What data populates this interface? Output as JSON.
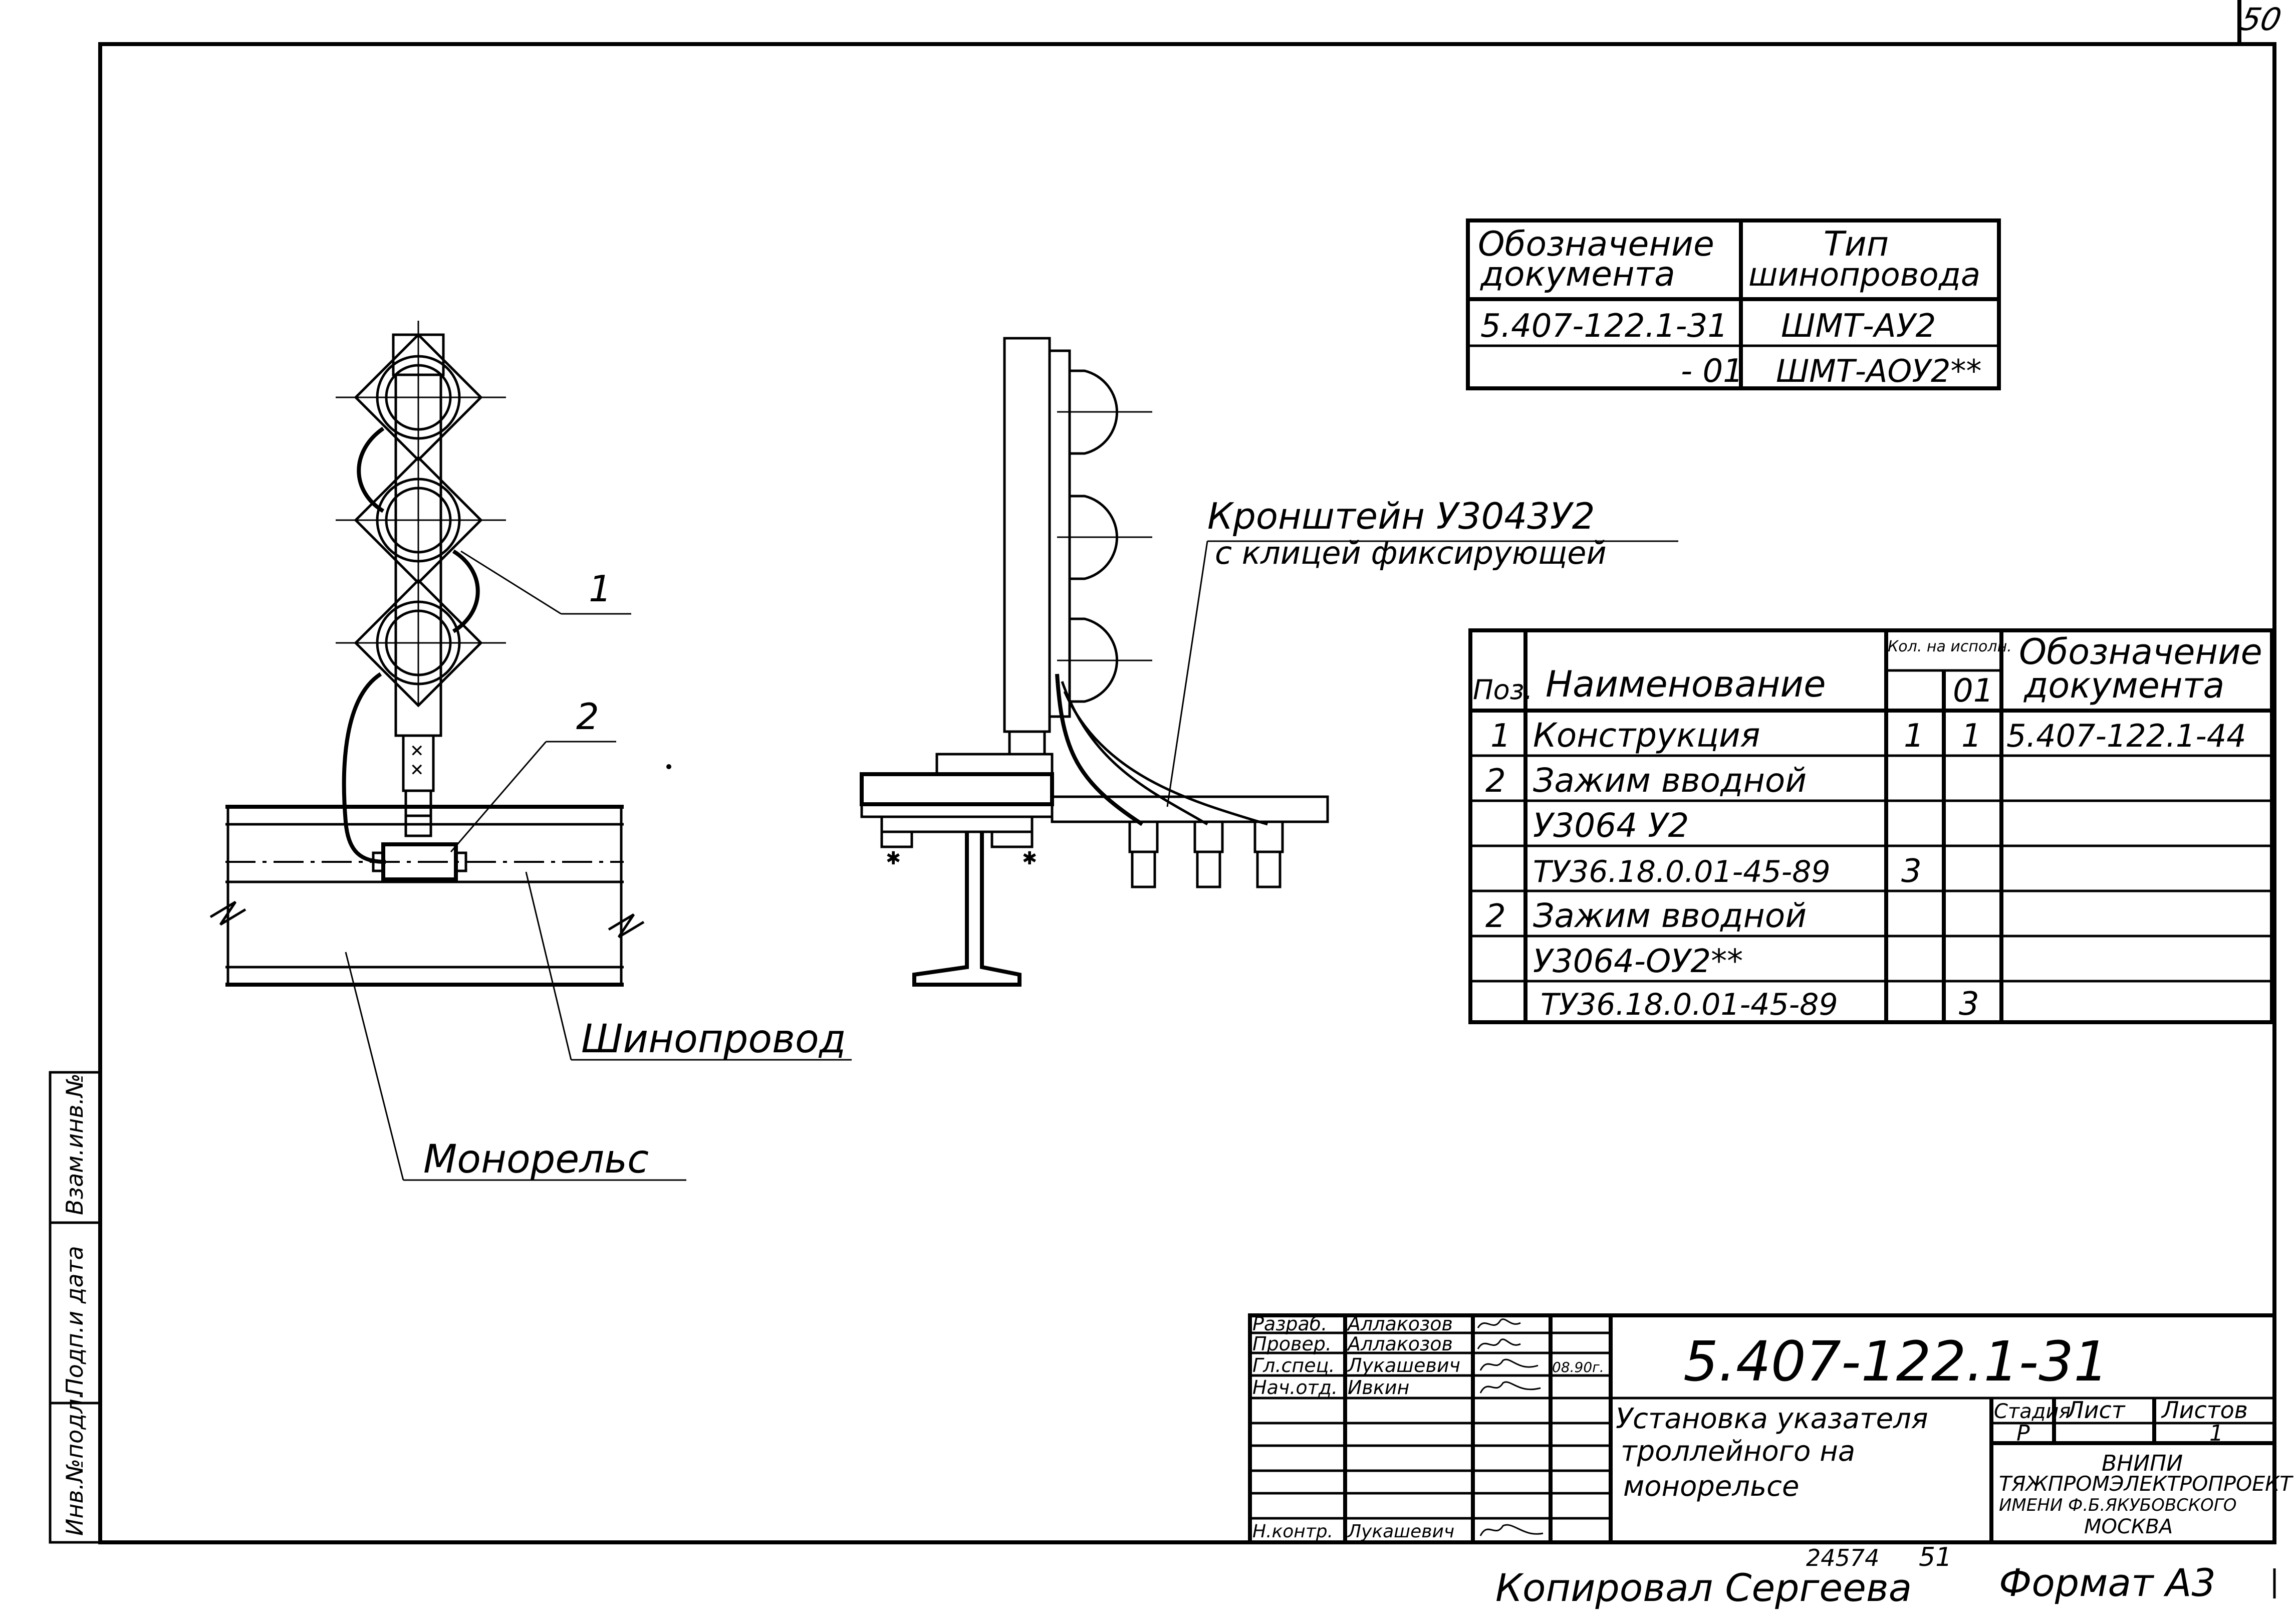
{
  "sheet_number": "50",
  "doc_type_table": {
    "headers": [
      "Обозначение документа",
      "Тип шинопровода"
    ],
    "rows": [
      [
        "5.407-122.1-31",
        "ШМТ-АУ2"
      ],
      [
        "- 01",
        "ШМТ-АОУ2**"
      ]
    ]
  },
  "spec_table": {
    "headers": {
      "pos": "Поз.",
      "name": "Наименование",
      "qty": "Кол. на исполн.",
      "qty_sub": "01",
      "doc": "Обозначение документа"
    },
    "rows": [
      {
        "pos": "1",
        "name": "Конструкция",
        "q1": "1",
        "q2": "1",
        "doc": "5.407-122.1-44"
      },
      {
        "pos": "2",
        "name": "Зажим вводной",
        "q1": "",
        "q2": "",
        "doc": ""
      },
      {
        "pos": "",
        "name": "У3064 У2",
        "q1": "",
        "q2": "",
        "doc": ""
      },
      {
        "pos": "",
        "name": "ТУ36.18.0.01-45-89",
        "q1": "3",
        "q2": "",
        "doc": ""
      },
      {
        "pos": "2",
        "name": "Зажим вводной",
        "q1": "",
        "q2": "",
        "doc": ""
      },
      {
        "pos": "",
        "name": "У3064-ОУ2**",
        "q1": "",
        "q2": "",
        "doc": ""
      },
      {
        "pos": "",
        "name": "ТУ36.18.0.01-45-89",
        "q1": "",
        "q2": "3",
        "doc": ""
      }
    ]
  },
  "callouts": {
    "item1": "1",
    "item2": "2",
    "busbar": "Шинопровод",
    "monorail": "Монорельс",
    "bracket_line1": "Кронштейн У3043У2",
    "bracket_line2": "с клицей фиксирующей"
  },
  "side_stamp": [
    "Инв.№подл.",
    "Подп.и дата",
    "Взам.инв.№"
  ],
  "title_block": {
    "rows": [
      {
        "role": "Разраб.",
        "name": "Аллакозов"
      },
      {
        "role": "Провер.",
        "name": "Аллакозов"
      },
      {
        "role": "Гл.спец.",
        "name": "Лукашевич",
        "date": "08.90г."
      },
      {
        "role": "Нач.отд.",
        "name": "Ивкин"
      },
      {
        "role": "Н.контр.",
        "name": "Лукашевич"
      }
    ],
    "designation": "5.407-122.1-31",
    "title_lines": [
      "Установка указателя",
      "троллейного на",
      "монорельсе"
    ],
    "stage_header": "Стадия",
    "sheet_header": "Лист",
    "sheets_header": "Листов",
    "stage": "Р",
    "sheets": "1",
    "org_lines": [
      "ВНИПИ",
      "ТЯЖПРОМЭЛЕКТРОПРОЕКТ",
      "ИМЕНИ Ф.Б.ЯКУБОВСКОГО",
      "МОСКВА"
    ]
  },
  "footer": {
    "number": "24574",
    "page": "51",
    "copied": "Копировал Сергеева",
    "format": "Формат А3"
  }
}
